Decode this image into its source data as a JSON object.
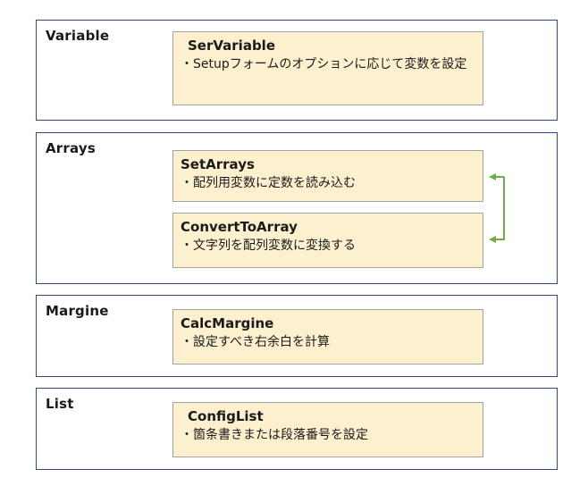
{
  "sections": [
    {
      "title": "Variable",
      "procedures": [
        {
          "name": "SerVariable",
          "description": "・Setupフォームのオプションに応じて変数を設定"
        }
      ]
    },
    {
      "title": "Arrays",
      "procedures": [
        {
          "name": "SetArrays",
          "description": "・配列用変数に定数を読み込む"
        },
        {
          "name": "ConvertToArray",
          "description": "・文字列を配列変数に変換する"
        }
      ]
    },
    {
      "title": "Margine",
      "procedures": [
        {
          "name": "CalcMargine",
          "description": "・設定すべき右余白を計算"
        }
      ]
    },
    {
      "title": "List",
      "procedures": [
        {
          "name": "ConfigList",
          "description": "・箇条書きまたは段落番号を設定"
        }
      ]
    }
  ],
  "colors": {
    "section_border": "#2f4a7a",
    "procedure_fill": "#fdf0cf",
    "procedure_border": "#a4a4a4",
    "connector": "#70ad47"
  }
}
